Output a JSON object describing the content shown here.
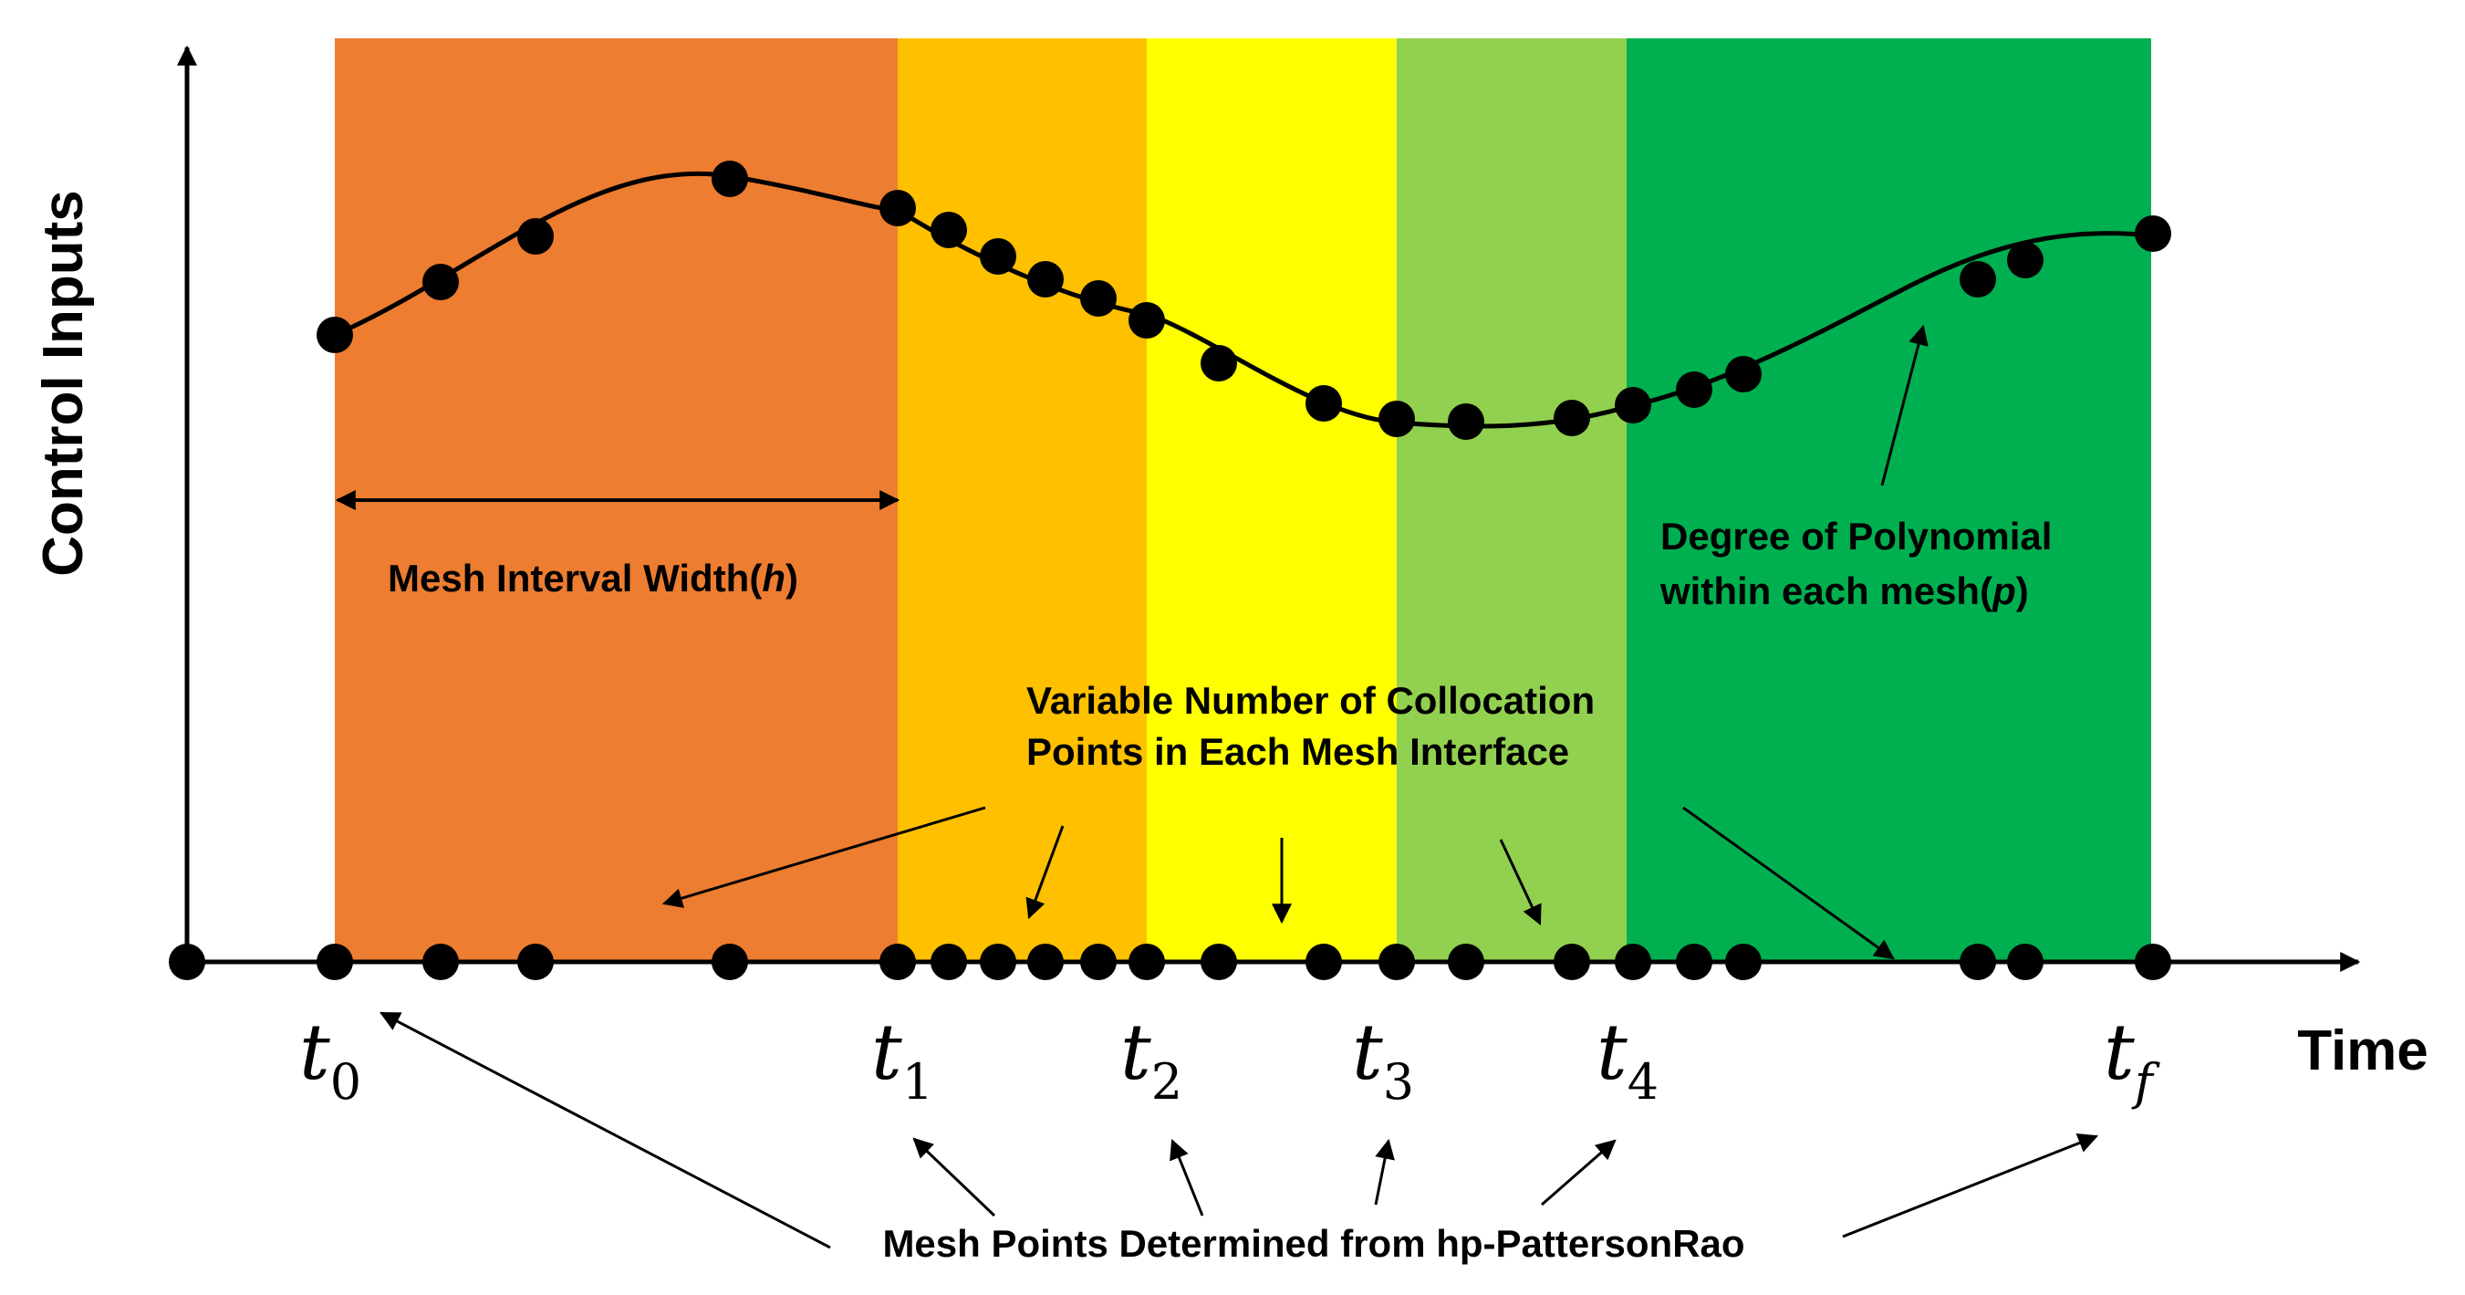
{
  "y_axis_label": "Control Inputs",
  "x_axis_label": "Time",
  "mesh_labels": [
    {
      "base": "t",
      "sub": "0"
    },
    {
      "base": "t",
      "sub": "1"
    },
    {
      "base": "t",
      "sub": "2"
    },
    {
      "base": "t",
      "sub": "3"
    },
    {
      "base": "t",
      "sub": "4"
    },
    {
      "base": "t",
      "sub": "f"
    }
  ],
  "annotations": {
    "mesh_width_pre": "Mesh Interval Width(",
    "mesh_width_var": "h",
    "mesh_width_post": ")",
    "degree_line1": "Degree of Polynomial",
    "degree_line2_pre": "within each mesh(",
    "degree_line2_var": "p",
    "degree_line2_post": ")",
    "collocation_line1": "Variable Number of Collocation",
    "collocation_line2": "Points in Each Mesh Interface",
    "mesh_points_source": "Mesh Points Determined from hp-PattersonRao"
  },
  "colors": {
    "interval_1": "#ED7D31",
    "interval_2": "#FFC000",
    "interval_3": "#FFFF00",
    "interval_4": "#92D050",
    "interval_5": "#00B050",
    "curve": "#000000",
    "axis": "#000000"
  }
}
